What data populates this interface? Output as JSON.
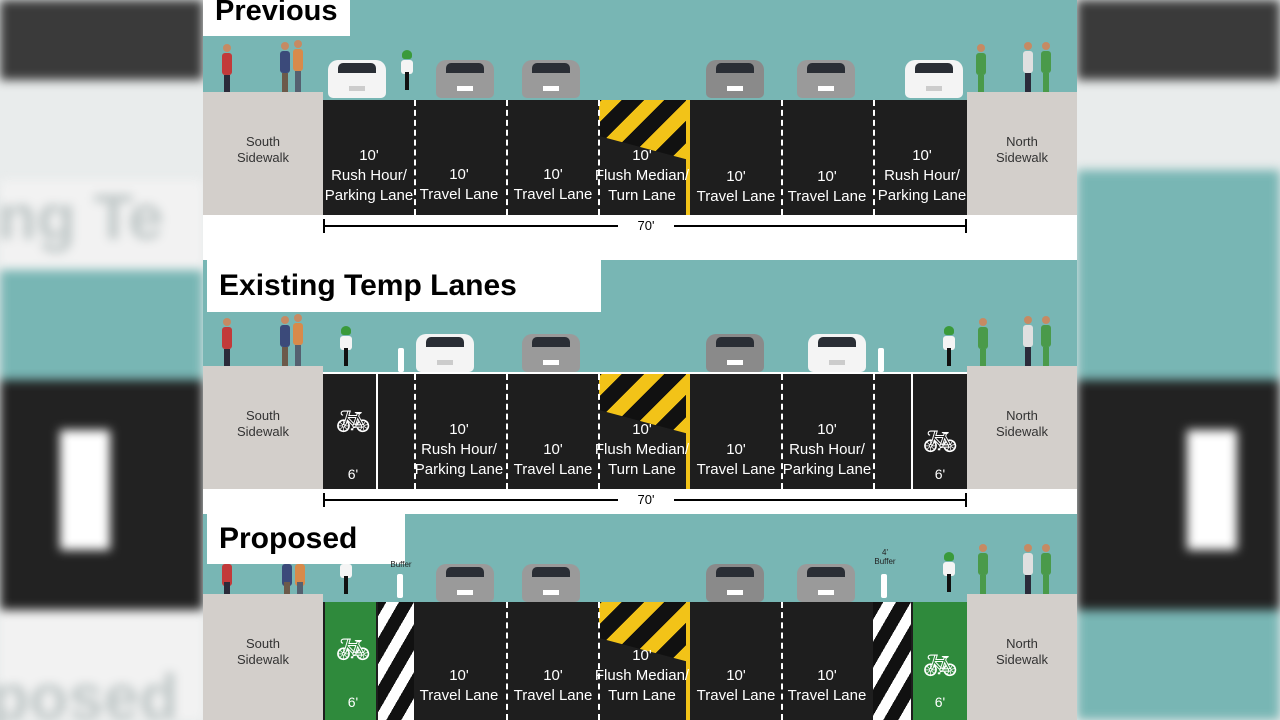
{
  "panels": [
    {
      "title": "Previous",
      "south_sidewalk": "South\nSidewalk",
      "north_sidewalk": "North\nSidewalk",
      "lanes": [
        {
          "width": "10'",
          "name": "Rush Hour/\nParking Lane"
        },
        {
          "width": "10'",
          "name": "Travel Lane"
        },
        {
          "width": "10'",
          "name": "Travel Lane"
        },
        {
          "width": "10'",
          "name": "Flush Median/\nTurn Lane"
        },
        {
          "width": "10'",
          "name": "Travel Lane"
        },
        {
          "width": "10'",
          "name": "Travel Lane"
        },
        {
          "width": "10'",
          "name": "Rush Hour/\nParking Lane"
        }
      ],
      "total_width": "70'"
    },
    {
      "title": "Existing Temp Lanes",
      "south_sidewalk": "South\nSidewalk",
      "north_sidewalk": "North\nSidewalk",
      "bike_lane_width": "6'",
      "lanes": [
        {
          "width": "10'",
          "name": "Rush Hour/\nParking Lane"
        },
        {
          "width": "10'",
          "name": "Travel Lane"
        },
        {
          "width": "10'",
          "name": "Flush Median/\nTurn Lane"
        },
        {
          "width": "10'",
          "name": "Travel Lane"
        },
        {
          "width": "10'",
          "name": "Rush Hour/\nParking Lane"
        }
      ],
      "total_width": "70'"
    },
    {
      "title": "Proposed",
      "south_sidewalk": "South\nSidewalk",
      "north_sidewalk": "North\nSidewalk",
      "bike_lane_width": "6'",
      "buffer_left": "Buffer",
      "buffer_right": "4'\nBuffer",
      "lanes": [
        {
          "width": "10'",
          "name": "Travel Lane"
        },
        {
          "width": "10'",
          "name": "Travel Lane"
        },
        {
          "width": "10'",
          "name": "Flush Median/\nTurn Lane"
        },
        {
          "width": "10'",
          "name": "Travel Lane"
        },
        {
          "width": "10'",
          "name": "Travel Lane"
        }
      ]
    }
  ],
  "colors": {
    "sky": "#78b6b4",
    "sidewalk": "#d3cfcb",
    "lane": "#1e1e1e",
    "bike_lane_green": "#2f8a3c",
    "median_yellow": "#f2c318"
  },
  "icons": {
    "bike_symbol": "bicycle-icon",
    "median": "median-hatch-icon"
  }
}
